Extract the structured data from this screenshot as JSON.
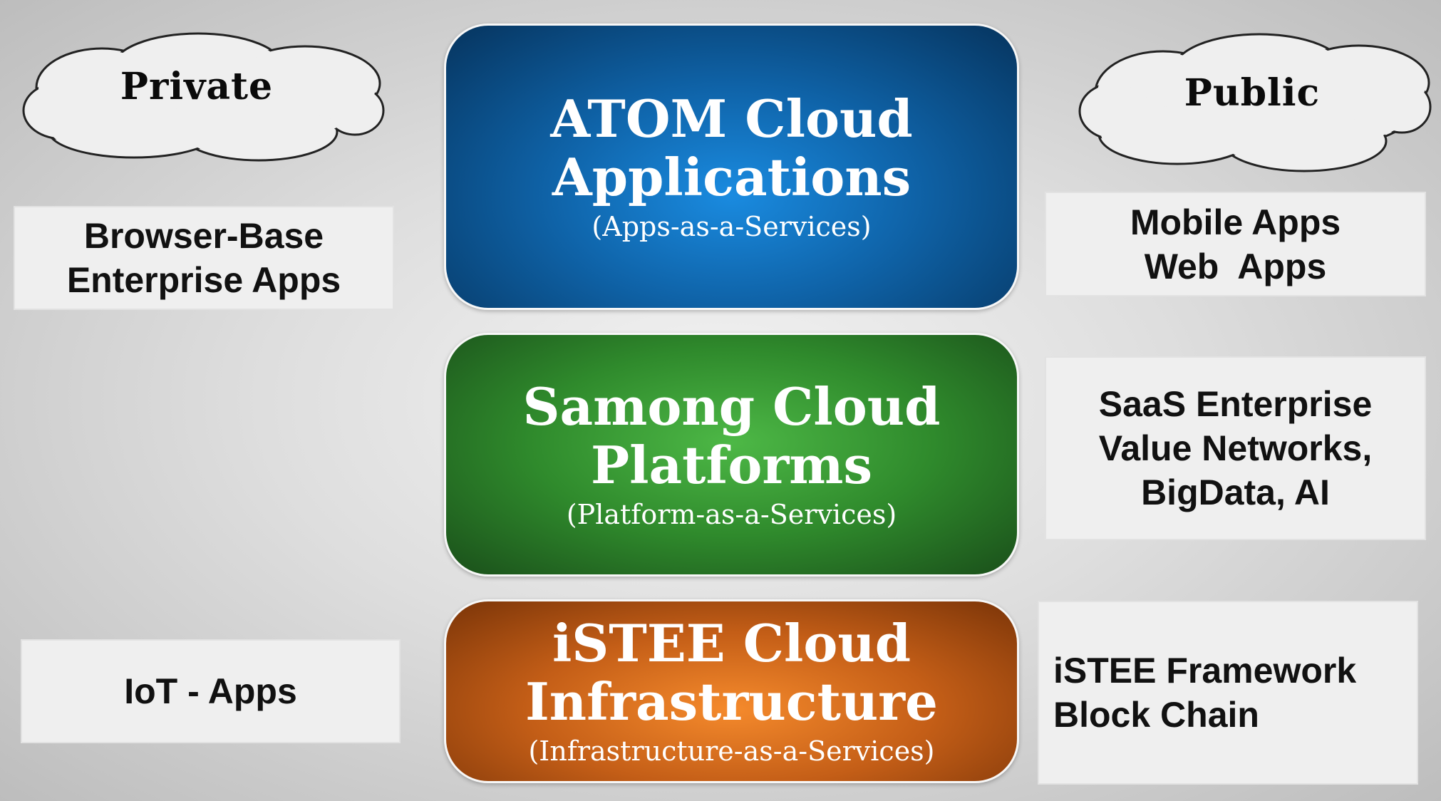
{
  "clouds": {
    "private_label": "Private",
    "public_label": "Public"
  },
  "tiers": {
    "applications": {
      "title_line1": "ATOM Cloud",
      "title_line2": "Applications",
      "subtitle": "(Apps-as-a-Services)",
      "color": "#0f63a8"
    },
    "platforms": {
      "title_line1": "Samong Cloud",
      "title_line2": "Platforms",
      "subtitle": "(Platform-as-a-Services)",
      "color": "#2f8a2c"
    },
    "infrastructure": {
      "title_line1": "iSTEE Cloud",
      "title_line2": "Infrastructure",
      "subtitle": "(Infrastructure-as-a-Services)",
      "color": "#c45e17"
    }
  },
  "private_boxes": {
    "browser": [
      "Browser-Base",
      "Enterprise Apps"
    ],
    "iot": [
      "IoT - Apps"
    ]
  },
  "public_boxes": {
    "mobile": [
      "Mobile Apps",
      "Web  Apps"
    ],
    "saas": [
      "SaaS Enterprise",
      "Value Networks,",
      "BigData, AI"
    ],
    "istee": [
      "iSTEE Framework",
      "Block Chain"
    ]
  }
}
